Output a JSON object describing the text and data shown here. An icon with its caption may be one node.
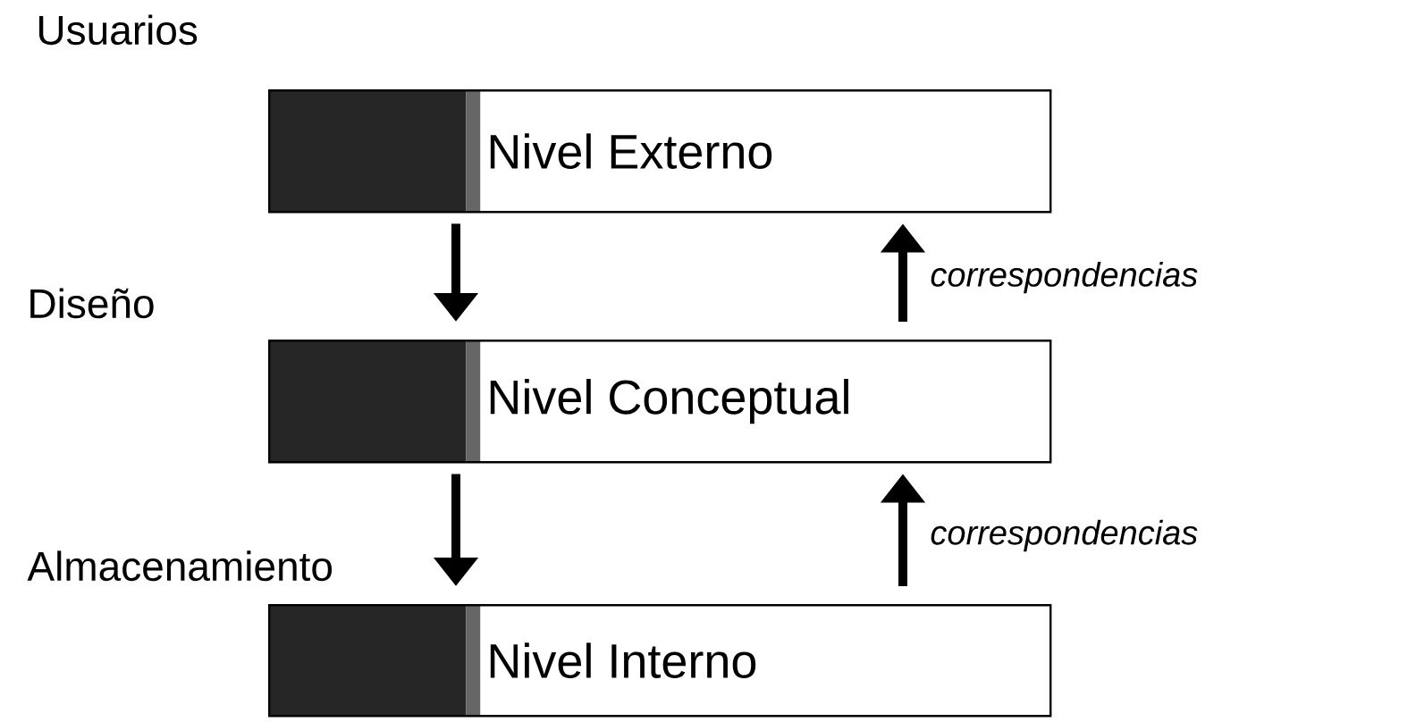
{
  "diagram": {
    "nodes": [
      {
        "text": [
          "Nivel Externo"
        ]
      },
      {
        "text": [
          "Nivel Conceptual"
        ]
      },
      {
        "text": [
          "Nivel Interno"
        ]
      }
    ],
    "edges": [
      {
        "from": 0,
        "to": 1,
        "arrow": "to"
      },
      {
        "from": 1,
        "to": 0,
        "arrow": "to",
        "label": "correspondencias"
      },
      {
        "from": 1,
        "to": 2,
        "arrow": "to"
      },
      {
        "from": 2,
        "to": 1,
        "arrow": "to",
        "label": "correspondencias"
      }
    ],
    "labels": [
      "Usuarios",
      "Diseño",
      "Almacenamiento"
    ]
  }
}
